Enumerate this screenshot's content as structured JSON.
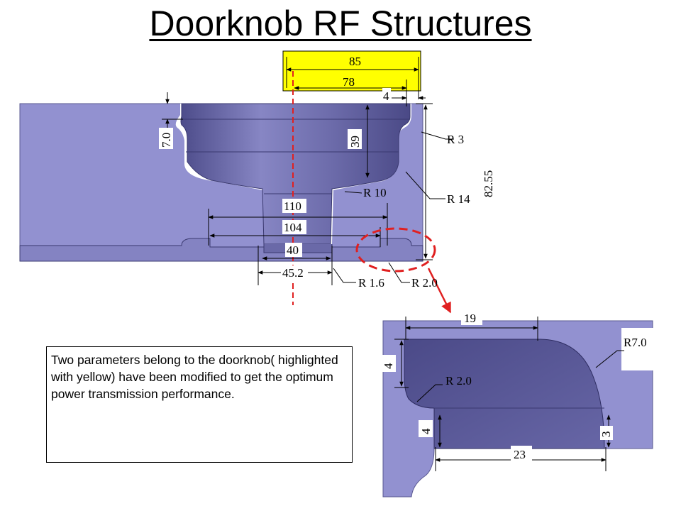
{
  "slide": {
    "title": "Doorknob RF Structures",
    "note": "Two parameters belong to the doorknob( highlighted with yellow) have been modified to get the optimum power transmission performance."
  },
  "colors": {
    "body": "#9291d0",
    "knob": "#6a69a8",
    "highlight": "#ffff00",
    "callout": "#e02020"
  },
  "dimensions": {
    "main": {
      "d85": "85",
      "d78": "78",
      "d4": "4",
      "d7_0": "7.0",
      "d39": "39",
      "r3": "R 3",
      "r14": "R 14",
      "d82_55": "82.55",
      "r10": "R 10",
      "d110": "110",
      "d104": "104",
      "d40": "40",
      "d45_2": "45.2",
      "r1_6": "R 1.6",
      "r2_0": "R 2.0"
    },
    "detail": {
      "d19": "19",
      "r7_0": "R7.0",
      "d4a": "4",
      "r2_0": "R 2.0",
      "d4b": "4",
      "d3": "3",
      "d23": "23"
    }
  }
}
